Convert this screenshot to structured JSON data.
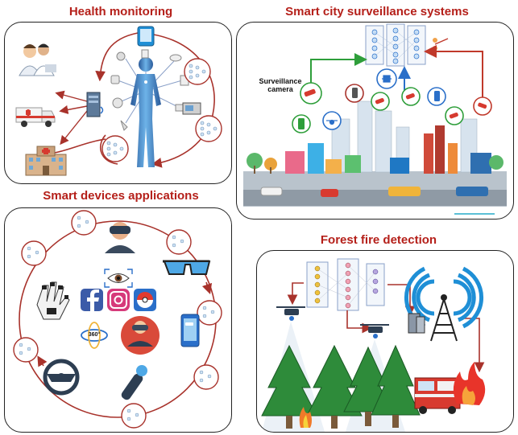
{
  "titles": {
    "health": "Health monitoring",
    "smart_city": "Smart city surveillance systems",
    "smart_devices": "Smart devices applications",
    "forest_fire": "Forest fire detection"
  },
  "labels": {
    "surveillance_camera_line1": "Surveillance",
    "surveillance_camera_line2": "camera",
    "vr_360": "360°"
  },
  "colors": {
    "title": "#b5201a",
    "ring": "#a8322b",
    "arrow_red": "#c0392b",
    "arrow_green": "#2e9e3a",
    "arrow_blue": "#2a6fc9",
    "tree": "#2e8b3a",
    "sky_blue": "#1f8fd6"
  },
  "icons": [
    "doctor-icon",
    "tablet-icon",
    "ambulance-icon",
    "server-icon",
    "hospital-icon",
    "body-sensor-icon",
    "neural-network-icon",
    "cctv-camera-icon",
    "drone-icon",
    "smartphone-icon",
    "city-skyline-icon",
    "vr-headset-icon",
    "eye-scan-icon",
    "smart-glasses-icon",
    "facebook-icon",
    "instagram-icon",
    "pokeball-icon",
    "data-glove-icon",
    "steering-wheel-icon",
    "vr-controller-icon",
    "cell-tower-icon",
    "fire-truck-icon",
    "pine-tree-icon",
    "fire-icon"
  ]
}
